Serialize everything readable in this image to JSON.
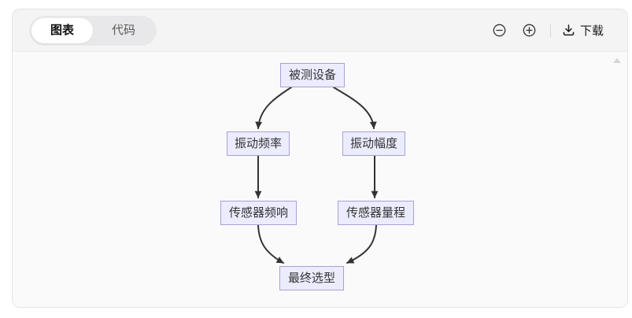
{
  "header": {
    "tabs": [
      {
        "label": "图表",
        "active": true
      },
      {
        "label": "代码",
        "active": false
      }
    ],
    "toolbar": {
      "zoom_out_icon": "circle-minus",
      "zoom_in_icon": "circle-plus",
      "download_icon": "download-tray-arrow",
      "download_label": "下载"
    }
  },
  "diagram": {
    "type": "flowchart",
    "direction": "top-down",
    "nodes": [
      {
        "id": "n1",
        "label": "被测设备"
      },
      {
        "id": "n2",
        "label": "振动频率"
      },
      {
        "id": "n3",
        "label": "振动幅度"
      },
      {
        "id": "n4",
        "label": "传感器频响"
      },
      {
        "id": "n5",
        "label": "传感器量程"
      },
      {
        "id": "n6",
        "label": "最终选型"
      }
    ],
    "edges": [
      {
        "from": "被测设备",
        "to": "振动频率"
      },
      {
        "from": "被测设备",
        "to": "振动幅度"
      },
      {
        "from": "振动频率",
        "to": "传感器频响"
      },
      {
        "from": "振动幅度",
        "to": "传感器量程"
      },
      {
        "from": "传感器频响",
        "to": "最终选型"
      },
      {
        "from": "传感器量程",
        "to": "最终选型"
      }
    ],
    "colors": {
      "node_fill": "#ececff",
      "node_border": "#a7a0d6",
      "edge_color": "#333333",
      "text": "#333333"
    }
  }
}
